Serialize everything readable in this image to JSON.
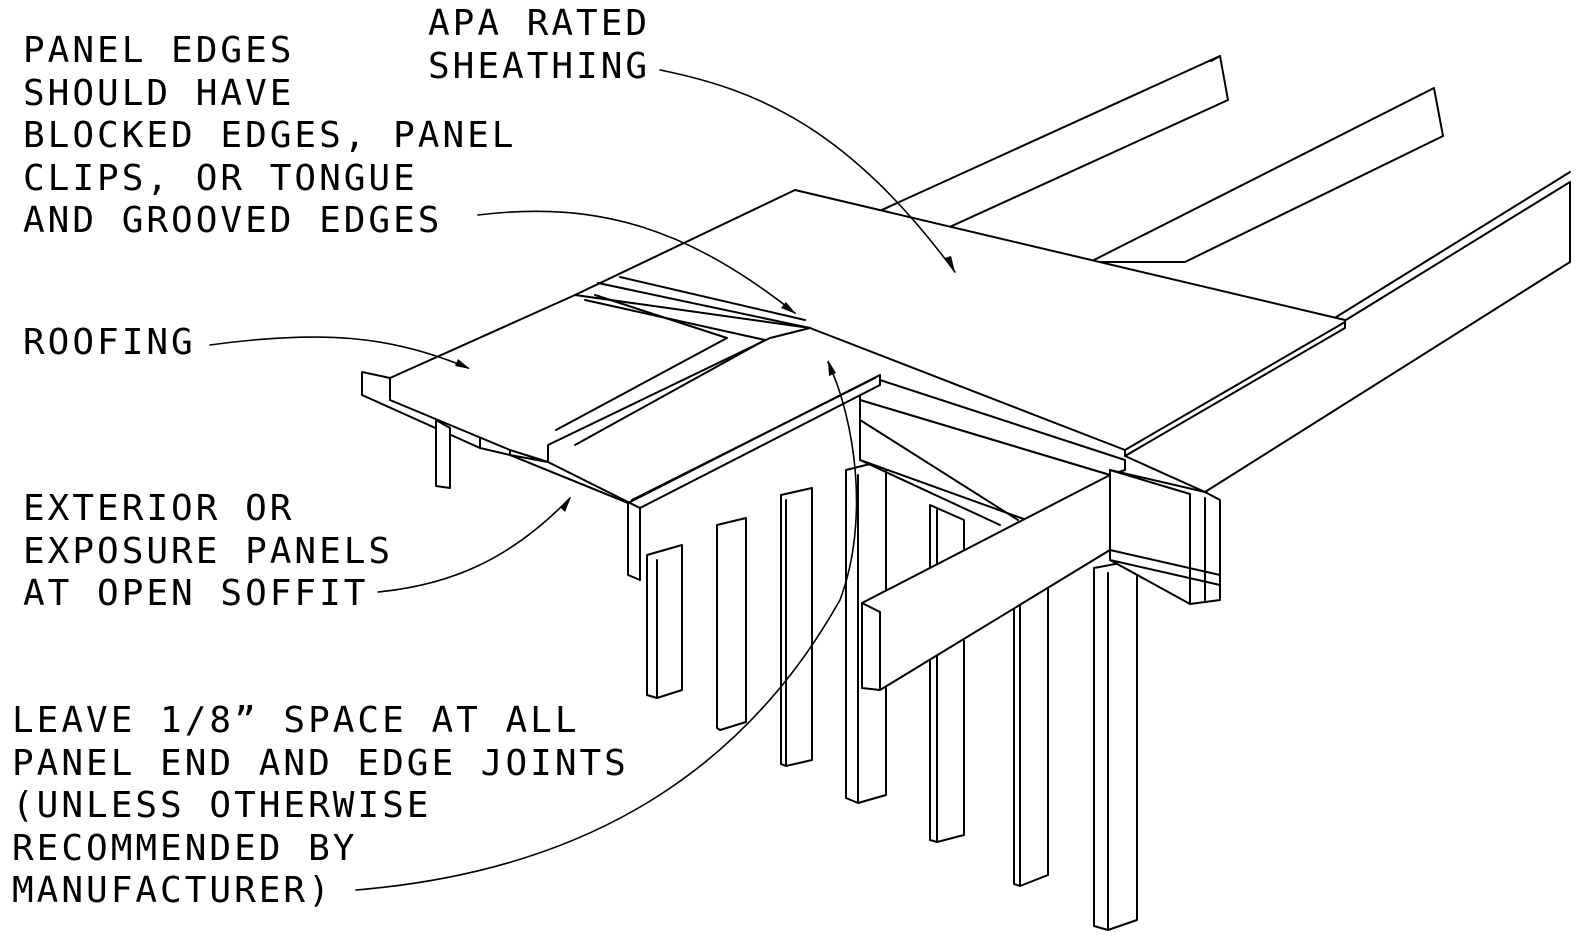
{
  "drawing": {
    "callouts": {
      "apa_sheathing": "APA RATED\nSHEATHING",
      "panel_edges": "PANEL EDGES\nSHOULD HAVE\nBLOCKED EDGES, PANEL\nCLIPS, OR TONGUE\nAND GROOVED EDGES",
      "roofing": "ROOFING",
      "exterior_panels": "EXTERIOR OR\nEXPOSURE PANELS\nAT OPEN SOFFIT",
      "leave_space": "LEAVE 1/8” SPACE AT ALL\nPANEL END AND EDGE JOINTS\n(UNLESS OTHERWISE\nRECOMMENDED BY\nMANUFACTURER)"
    },
    "colors": {
      "line": "#000000",
      "background": "#ffffff"
    }
  }
}
